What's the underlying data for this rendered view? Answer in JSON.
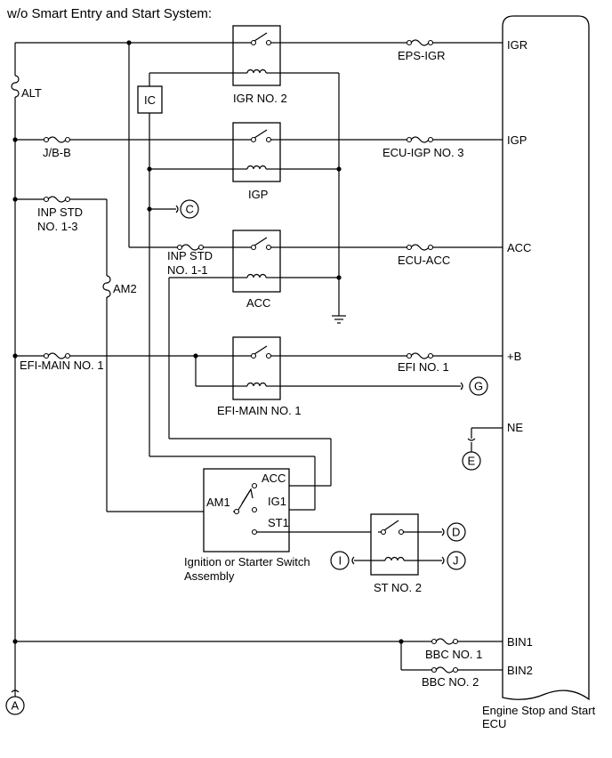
{
  "title": "w/o Smart Entry and Start System:",
  "ecu": {
    "name_line1": "Engine Stop and Start",
    "name_line2": "ECU",
    "terminals": {
      "igr": "IGR",
      "igp": "IGP",
      "acc": "ACC",
      "b": "+B",
      "ne": "NE",
      "bin1": "BIN1",
      "bin2": "BIN2"
    }
  },
  "fuses": {
    "alt": "ALT",
    "jbb": "J/B-B",
    "inp_std_13_line1": "INP STD",
    "inp_std_13_line2": "NO. 1-3",
    "am2": "AM2",
    "inp_std_11_line1": "INP STD",
    "inp_std_11_line2": "NO. 1-1",
    "efi_main_1": "EFI-MAIN NO. 1",
    "eps_igr": "EPS-IGR",
    "ecu_igp_3": "ECU-IGP NO. 3",
    "ecu_acc": "ECU-ACC",
    "efi_1": "EFI NO. 1",
    "bbc_1": "BBC NO. 1",
    "bbc_2": "BBC NO. 2"
  },
  "relays": {
    "igr2": "IGR NO. 2",
    "igp": "IGP",
    "acc": "ACC",
    "efi_main_1": "EFI-MAIN NO. 1",
    "st2": "ST NO. 2"
  },
  "ic": "IC",
  "switch": {
    "acc": "ACC",
    "ig1": "IG1",
    "st1": "ST1",
    "am1": "AM1",
    "name_line1": "Ignition or Starter Switch",
    "name_line2": "Assembly"
  },
  "connectors": {
    "a": "A",
    "c": "C",
    "d": "D",
    "e": "E",
    "g": "G",
    "i": "I",
    "j": "J"
  }
}
